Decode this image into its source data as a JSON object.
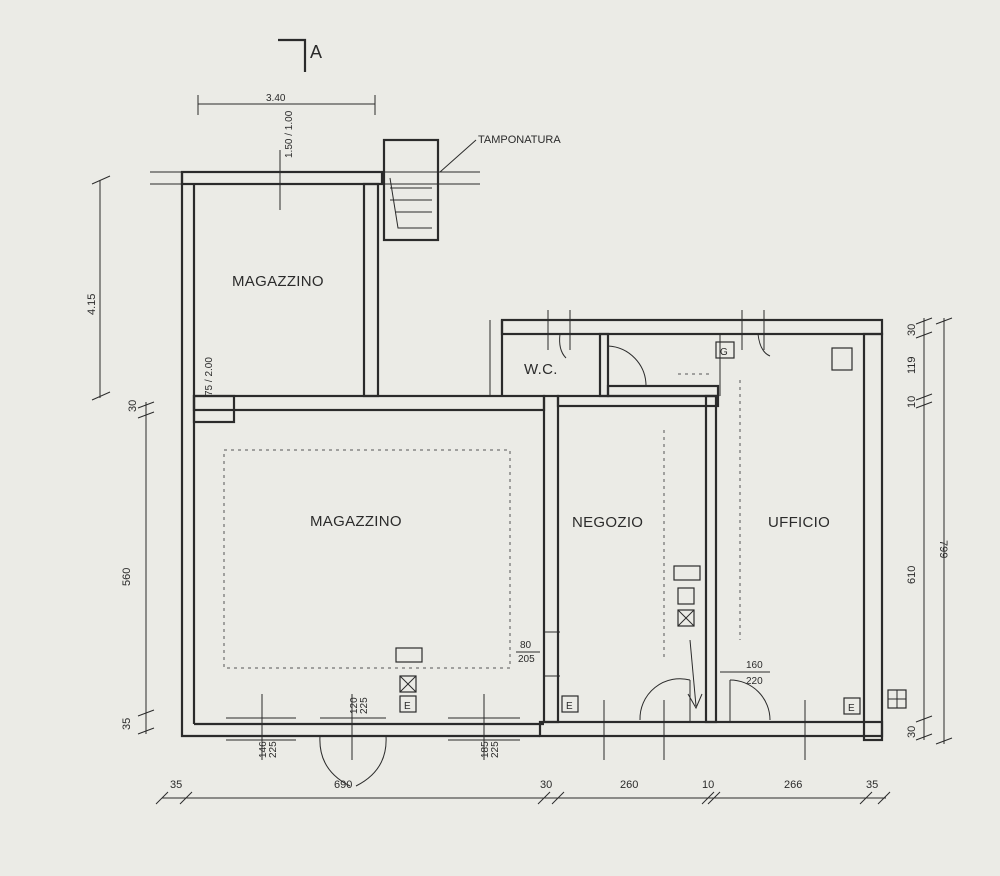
{
  "section_marker": "A",
  "labels": {
    "tamponatura": "TAMPONATURA",
    "magazzino_upper": "MAGAZZINO",
    "magazzino_main": "MAGAZZINO",
    "wc": "W.C.",
    "negozio": "NEGOZIO",
    "ufficio": "UFFICIO"
  },
  "dimensions": {
    "top_width": "3.40",
    "top_window": "1.50 / 1.00",
    "left_height_upper": "4.15",
    "door_small": "75 / 2.00",
    "left_30": "30",
    "left_560": "560",
    "left_35": "35",
    "right_30_top": "30",
    "right_119": "119",
    "right_10": "10",
    "right_610": "610",
    "right_799": "799",
    "right_30_bottom": "30",
    "door_80_205": [
      "80",
      "205"
    ],
    "door_160_220": [
      "160",
      "220"
    ],
    "window_146_225": [
      "146",
      "225"
    ],
    "door_120_225": [
      "120",
      "225"
    ],
    "window_185_225": [
      "185",
      "225"
    ],
    "bottom": [
      "35",
      "690",
      "30",
      "260",
      "10",
      "266",
      "35"
    ]
  },
  "symbols": {
    "plug_label": "E",
    "gas_label": "G"
  }
}
